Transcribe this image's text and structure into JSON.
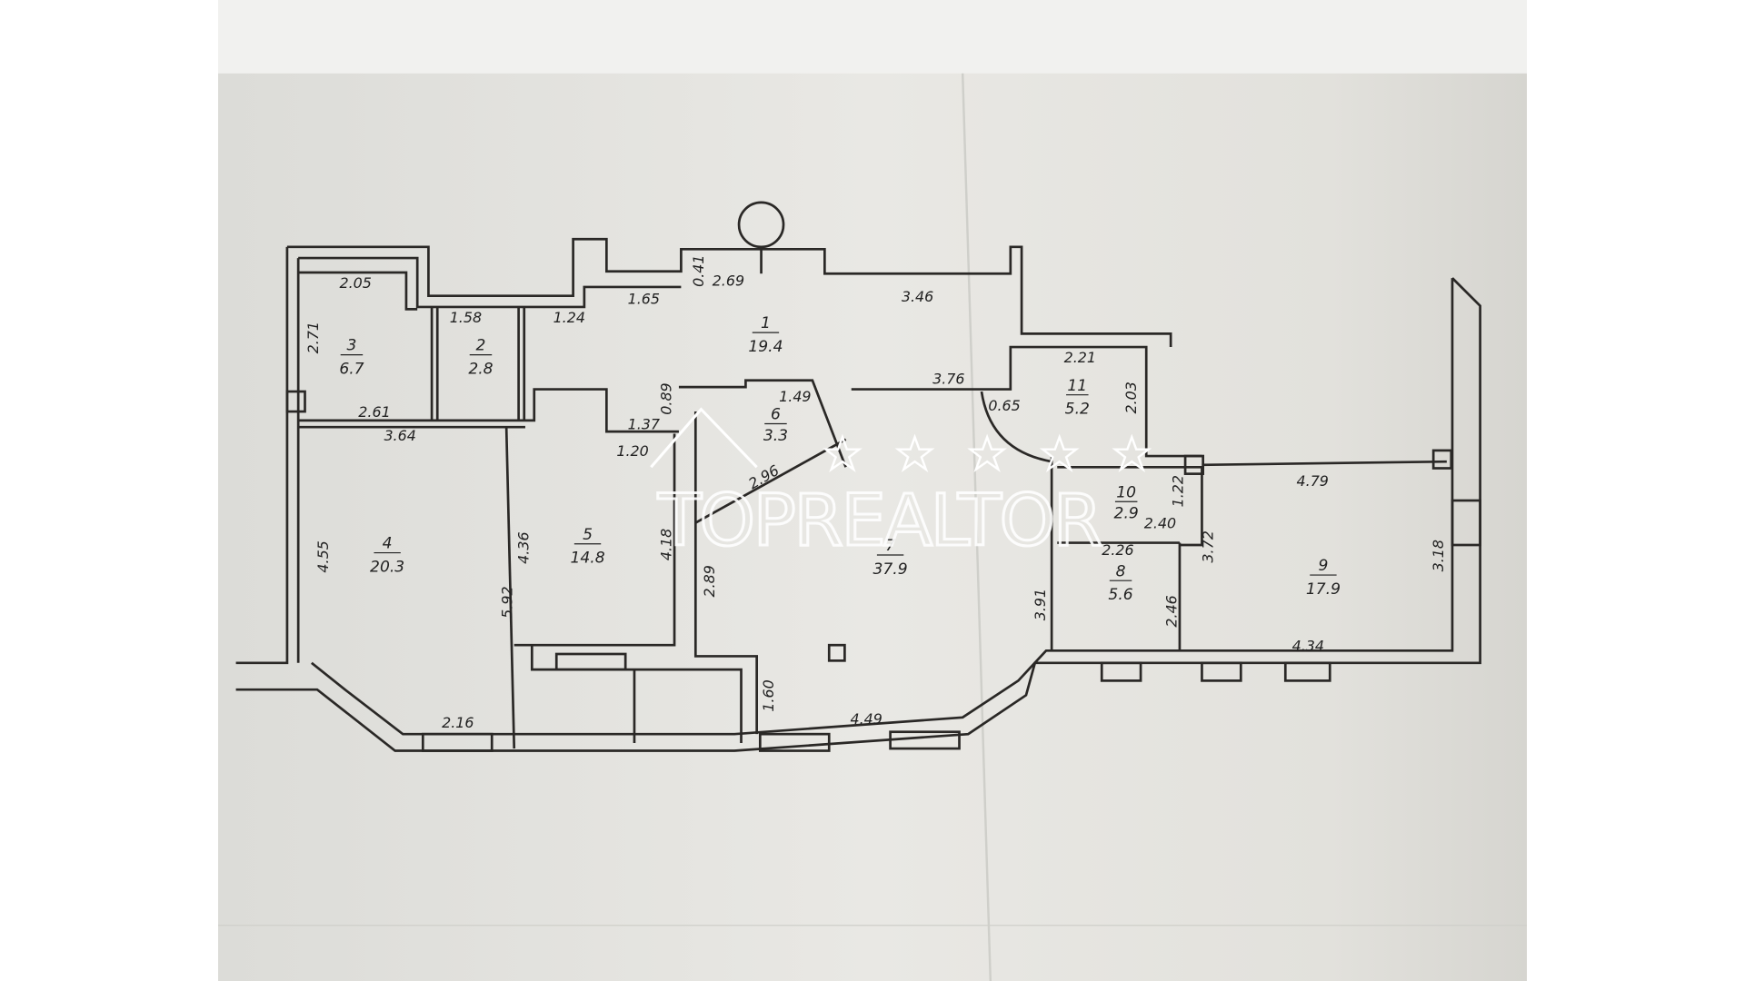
{
  "watermark": {
    "brand": "TOPREALTOR"
  },
  "rooms": [
    {
      "num": "1",
      "area": "19.4"
    },
    {
      "num": "2",
      "area": "2.8"
    },
    {
      "num": "3",
      "area": "6.7"
    },
    {
      "num": "4",
      "area": "20.3"
    },
    {
      "num": "5",
      "area": "14.8"
    },
    {
      "num": "6",
      "area": "3.3"
    },
    {
      "num": "7",
      "area": "37.9"
    },
    {
      "num": "8",
      "area": "5.6"
    },
    {
      "num": "9",
      "area": "17.9"
    },
    {
      "num": "10",
      "area": "2.9"
    },
    {
      "num": "11",
      "area": "5.2"
    }
  ],
  "dimensions": [
    "2.05",
    "1.58",
    "1.24",
    "1.65",
    "0.41",
    "2.69",
    "3.46",
    "2.71",
    "2.61",
    "3.64",
    "1.37",
    "0.89",
    "1.49",
    "1.20",
    "3.76",
    "0.65",
    "2.21",
    "2.03",
    "2.96",
    "1.22",
    "2.40",
    "2.26",
    "3.72",
    "4.79",
    "3.18",
    "4.55",
    "4.36",
    "4.18",
    "5.92",
    "2.89",
    "3.91",
    "2.46",
    "4.34",
    "1.60",
    "4.49",
    "2.16"
  ]
}
